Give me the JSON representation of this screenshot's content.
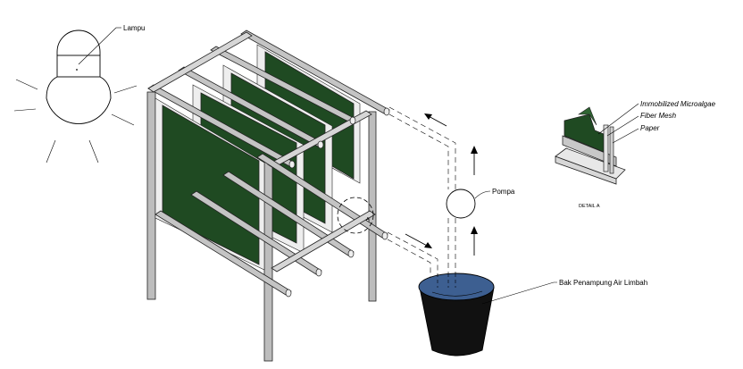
{
  "labels": {
    "lamp": "Lampu",
    "pump": "Pompa",
    "tank": "Bak Penampung Air Limbah",
    "immobilized": "Immobilized Microalgae",
    "fiber": "Fiber Mesh",
    "paper": "Paper",
    "detail": "DETAIL A",
    "marker": "A"
  },
  "colors": {
    "algae": "#1f4a22",
    "water": "#3d5f91",
    "tank": "#111111",
    "frame": "#bdbdbd"
  },
  "icons": {
    "lamp": "light-bulb-icon",
    "pump": "pump-circle-icon",
    "flow": "arrow-icon"
  }
}
